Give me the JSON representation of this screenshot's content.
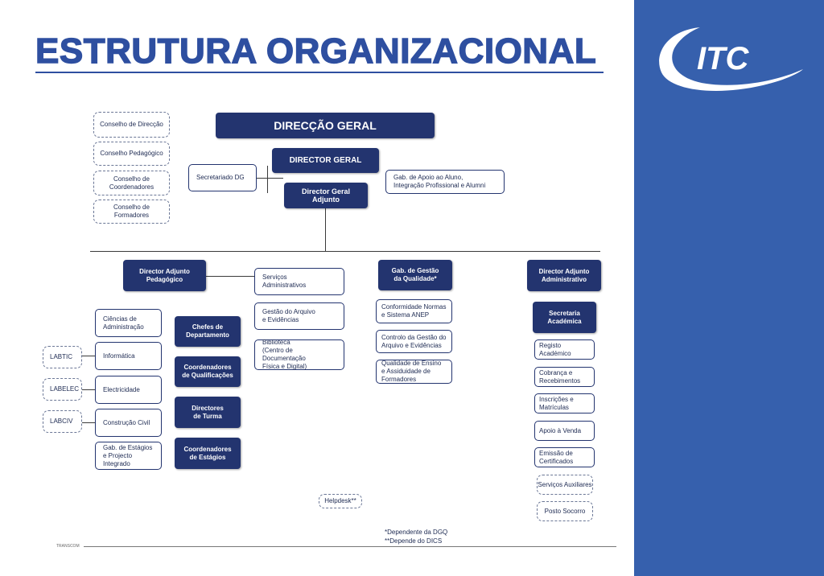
{
  "title": "ESTRUTURA ORGANIZACIONAL",
  "logo": {
    "text": "ITC",
    "color": "#ffffff"
  },
  "colors": {
    "brand_blue": "#2e4fa0",
    "panel_blue": "#3660ad",
    "box_navy": "#23346f"
  },
  "top": {
    "direccao_geral": "DIRECÇÃO GERAL",
    "director_geral": "DIRECTOR GERAL",
    "director_geral_adjunto": "Director Geral\nAdjunto",
    "secretariado": "Secretariado DG",
    "gab_apoio": "Gab. de Apoio ao Aluno,\nIntegração Profissional e Alumni"
  },
  "councils": [
    "Conselho de Direcção",
    "Conselho Pedagógico",
    "Conselho de\nCoordenadores",
    "Conselho de\nFormadores"
  ],
  "pedagogico": {
    "head": "Director Adjunto\nPedagógico",
    "areas": [
      "Ciências de\nAdministração",
      "Informática",
      "Electricidade",
      "Construção Civil",
      "Gab. de Estágios\ne Projecto Integrado"
    ],
    "labs": [
      "LABTIC",
      "LABELEC",
      "LABCIV"
    ],
    "roles": [
      "Chefes de\nDepartamento",
      "Coordenadores\nde Qualificações",
      "Directores\nde Turma",
      "Coordenadores\nde Estágios"
    ],
    "services": [
      "Serviços\nAdministrativos",
      "Gestão do Arquivo\ne Evidências",
      "Biblioteca\n(Centro de Documentação\nFísica e Digital)"
    ]
  },
  "qualidade": {
    "head": "Gab. de Gestão\nda Qualidade*",
    "items": [
      "Conformidade Normas\ne Sistema ANEP",
      "Controlo da Gestão  do\nArquivo e Evidências",
      "Qualidade de Ensino\ne Assiduidade de\nFormadores"
    ]
  },
  "administrativo": {
    "head": "Director Adjunto\nAdministrativo",
    "secretaria": "Secretaria\nAcadémica",
    "items": [
      "Registo\nAcadémico",
      "Cobrança e\nRecebimentos",
      "Inscrições e\nMatrículas",
      "Apoio à Venda",
      "Emissão de\nCertificados"
    ],
    "dotted_items": [
      "Serviços Auxiliares",
      "Posto Socorro"
    ]
  },
  "helpdesk": "Helpdesk**",
  "footnotes": "*Dependente da DGQ\n**Depende do DICS",
  "footer_mark": "TRANSCOM"
}
